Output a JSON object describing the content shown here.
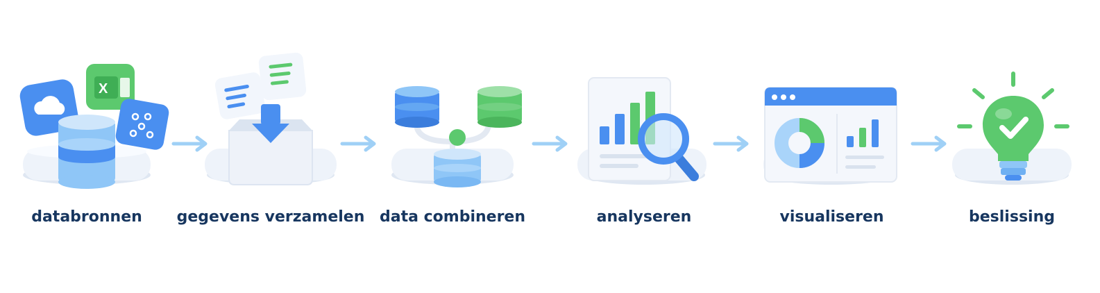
{
  "steps": [
    {
      "label": "databronnen",
      "icons": [
        "cloud-icon",
        "excel-icon",
        "nodes-icon",
        "database-icon"
      ]
    },
    {
      "label": "gegevens verzamelen",
      "icons": [
        "document-icon",
        "document-icon",
        "download-arrow-icon",
        "box-icon"
      ]
    },
    {
      "label": "data combineren",
      "icons": [
        "database-icon",
        "database-icon",
        "connector-icon",
        "database-icon"
      ]
    },
    {
      "label": "analyseren",
      "icons": [
        "bar-chart-icon",
        "magnifier-icon"
      ]
    },
    {
      "label": "visualiseren",
      "icons": [
        "browser-window-icon",
        "donut-chart-icon",
        "bar-chart-icon"
      ]
    },
    {
      "label": "beslissing",
      "icons": [
        "lightbulb-icon",
        "checkmark-icon"
      ]
    }
  ],
  "colors": {
    "label_text": "#17365f",
    "blue": "#4a8ff0",
    "light_blue": "#8fc6f7",
    "green": "#5cc96e",
    "arrow": "#9fd0f6",
    "pedestal": "#eef3fa"
  }
}
